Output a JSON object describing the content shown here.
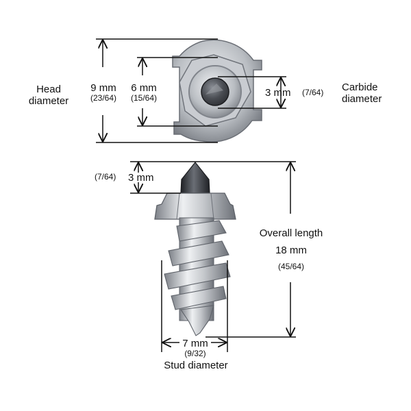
{
  "head_diameter": {
    "label_line1": "Head",
    "label_line2": "diameter",
    "mm": "9 mm",
    "inch": "(23/64)"
  },
  "inner_diameter": {
    "mm": "6 mm",
    "inch": "(15/64)"
  },
  "carbide_diameter": {
    "mm": "3 mm",
    "inch": "(7/64)",
    "label_line1": "Carbide",
    "label_line2": "diameter"
  },
  "tip_height": {
    "inch": "(7/64)",
    "mm": "3 mm"
  },
  "overall_length": {
    "label": "Overall length",
    "mm": "18 mm",
    "inch": "(45/64)"
  },
  "stud_diameter": {
    "mm": "7 mm",
    "inch": "(9/32)",
    "label": "Stud diameter"
  },
  "colors": {
    "line": "#111111",
    "steel_light": "#e4e6e9",
    "steel_mid": "#a9adb3",
    "steel_dark": "#5b6067",
    "carbide": "#2e3035"
  }
}
